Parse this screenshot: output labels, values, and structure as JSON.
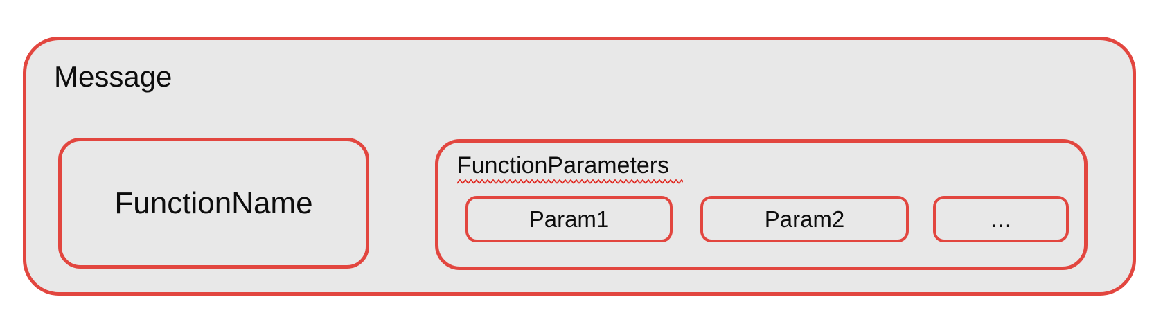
{
  "colors": {
    "border_red": "#e2463f",
    "fill_gray": "#e8e8e8",
    "squiggle_red": "#e02e26",
    "text_black": "#0d0d0d",
    "page_bg": "#ffffff"
  },
  "message": {
    "label": "Message"
  },
  "function_name": {
    "label": "FunctionName"
  },
  "function_parameters": {
    "label": "FunctionParameters",
    "params": [
      {
        "label": "Param1"
      },
      {
        "label": "Param2"
      },
      {
        "label": "…"
      }
    ]
  }
}
